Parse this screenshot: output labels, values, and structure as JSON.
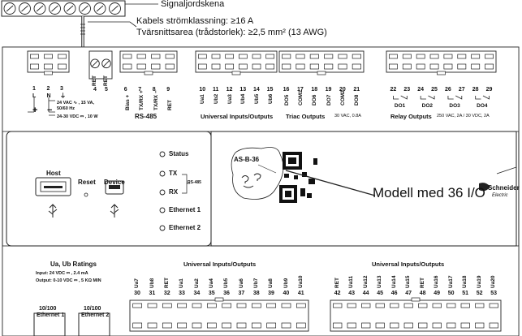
{
  "callouts": {
    "signal_ground": "Signaljordskena",
    "cable_class": "Kabels strömklassning: ≥16 A",
    "cross_section": "Tvärsnittsarea (trådstorlek): ≥2,5 mm² (13 AWG)",
    "model": "Modell med 36 I/O"
  },
  "top": {
    "power_terminals": [
      "1",
      "2",
      "3"
    ],
    "power_letters": [
      "L",
      "N",
      "⏚"
    ],
    "power_spec1": "24 VAC ∿ , 15 VA,",
    "power_spec2": "50/60 Hz",
    "power_spec3": "24-30 VDC ⎓ , 10 W",
    "ret_terminals": [
      "4",
      "5"
    ],
    "ret_labels": [
      "RET",
      "RET"
    ],
    "rs485_numbers": [
      "6",
      "7",
      "8",
      "9"
    ],
    "rs485_labels": [
      "Bias +",
      "TX/RX +",
      "TX/RX −",
      "RET"
    ],
    "rs485_title": "RS-485",
    "ui_numbers": [
      "10",
      "11",
      "12",
      "13",
      "14",
      "15"
    ],
    "ui_labels": [
      "Ua1",
      "Ub2",
      "Ua3",
      "Ub4",
      "Ub5",
      "Ub6"
    ],
    "ui_title": "Universal Inputs/Outputs",
    "triac_numbers": [
      "16",
      "17",
      "18",
      "19",
      "20",
      "21"
    ],
    "triac_labels": [
      "DO5",
      "COM1",
      "DO6",
      "DO7",
      "COM2",
      "DO8"
    ],
    "triac_title": "Triac Outputs",
    "triac_spec": "30 VAC, 0.8A",
    "relay_numbers": [
      "22",
      "23",
      "24",
      "25",
      "26",
      "27",
      "28",
      "29"
    ],
    "relay_labels": [
      "DO1",
      "DO2",
      "DO3",
      "DO4"
    ],
    "relay_title": "Relay Outputs",
    "relay_spec": "250 VAC, 2A / 30 VDC, 2A"
  },
  "panel": {
    "host": "Host",
    "reset": "Reset",
    "device": "Device",
    "leds": [
      "Status",
      "TX",
      "RX",
      "Ethernet 1",
      "Ethernet 2"
    ],
    "rs485_small": "RS-485",
    "model_code": "AS-B-36",
    "brand1": "Schneider",
    "brand2": "Electric"
  },
  "bottom": {
    "ratings_title": "Ua, Ub Ratings",
    "ratings_input": "Input: 24 VDC ⎓ , 2.4 mA",
    "ratings_output": "Output: 0-10 VDC ⎓ , 5 KΩ MIN",
    "ui_title_left": "Universal Inputs/Outputs",
    "ui_title_right": "Universal Inputs/Outputs",
    "left_numbers": [
      "30",
      "31",
      "32",
      "33",
      "34",
      "35",
      "36",
      "37",
      "38",
      "39",
      "40",
      "41"
    ],
    "left_labels": [
      "Ua7",
      "Ub8",
      "RET",
      "Ua1",
      "Ua2",
      "Ua4",
      "Ub5",
      "Ua6",
      "Ub7",
      "Ua8",
      "Ub9",
      "Ua10"
    ],
    "right_numbers": [
      "42",
      "43",
      "44",
      "45",
      "46",
      "47",
      "48",
      "49",
      "50",
      "51",
      "52",
      "53"
    ],
    "right_labels": [
      "RET",
      "Ua11",
      "Ua12",
      "Ua13",
      "Ua14",
      "Ua15",
      "RET",
      "Ua16",
      "Ua17",
      "Ua18",
      "Ua19",
      "Ua20"
    ],
    "eth1": [
      "10/100",
      "Ethernet 1"
    ],
    "eth2": [
      "10/100",
      "Ethernet 2"
    ]
  }
}
